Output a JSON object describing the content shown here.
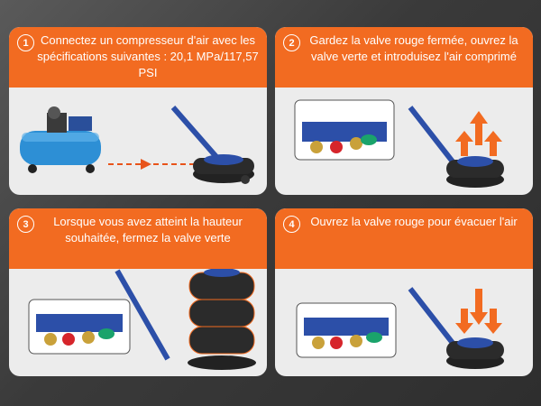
{
  "steps": [
    {
      "number": "1",
      "text": "Connectez un compresseur d'air avec les spécifications suivantes : 20,1 MPa/117,57 PSI"
    },
    {
      "number": "2",
      "text": "Gardez la valve rouge fermée, ouvrez la valve verte et introduisez l'air comprimé"
    },
    {
      "number": "3",
      "text": "Lorsque vous avez atteint la hauteur souhaitée, fermez la valve verte"
    },
    {
      "number": "4",
      "text": "Ouvrez la valve rouge pour évacuer l'air"
    }
  ],
  "colors": {
    "accent": "#f26b21",
    "jack_blue": "#2c4fa8",
    "compressor_blue": "#2d8fd5",
    "valve_red": "#d6252b",
    "valve_green": "#1aa36b"
  },
  "icons": [
    "air-compressor",
    "air-jack",
    "valve-block",
    "arrow-up",
    "arrow-down"
  ]
}
